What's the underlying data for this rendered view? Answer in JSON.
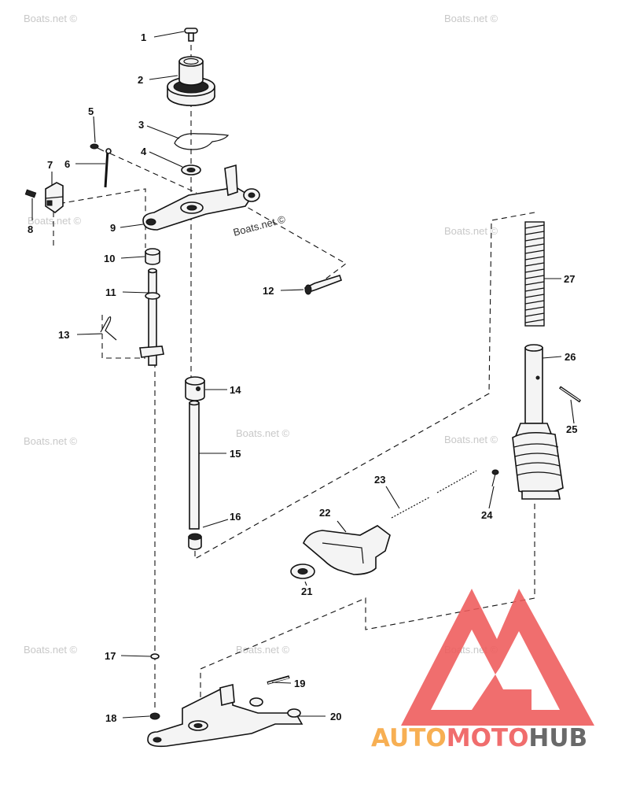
{
  "watermark": {
    "text": "Boats.net ©"
  },
  "logo": {
    "auto": "AUTO",
    "moto": "MOTO",
    "hub": "HUB",
    "auto_color": "#f7a43c",
    "moto_color": "#ee5a5a",
    "hub_color": "#555555",
    "mark_color": "#ee5a5a"
  },
  "parts": [
    {
      "number": "1"
    },
    {
      "number": "2"
    },
    {
      "number": "3"
    },
    {
      "number": "4"
    },
    {
      "number": "5"
    },
    {
      "number": "6"
    },
    {
      "number": "7"
    },
    {
      "number": "8"
    },
    {
      "number": "9"
    },
    {
      "number": "10"
    },
    {
      "number": "11"
    },
    {
      "number": "12"
    },
    {
      "number": "13"
    },
    {
      "number": "14"
    },
    {
      "number": "15"
    },
    {
      "number": "16"
    },
    {
      "number": "17"
    },
    {
      "number": "18"
    },
    {
      "number": "19"
    },
    {
      "number": "20"
    },
    {
      "number": "21"
    },
    {
      "number": "22"
    },
    {
      "number": "23"
    },
    {
      "number": "24"
    },
    {
      "number": "25"
    },
    {
      "number": "26"
    },
    {
      "number": "27"
    }
  ]
}
